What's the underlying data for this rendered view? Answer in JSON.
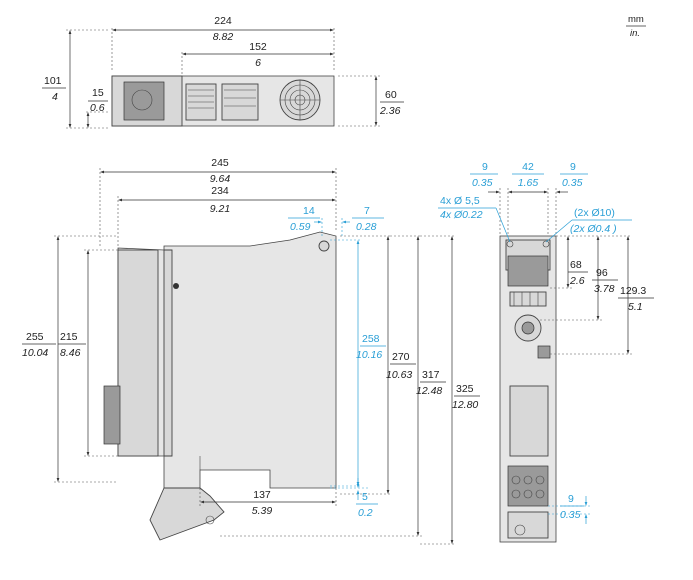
{
  "units": {
    "primary": "mm",
    "secondary": "in."
  },
  "top_view": {
    "overall_width": {
      "mm": "224",
      "in": "8.82"
    },
    "inner_width": {
      "mm": "152",
      "in": "6"
    },
    "height_left": {
      "mm": "101",
      "in": "4"
    },
    "offset": {
      "mm": "15",
      "in": "0.6"
    },
    "depth_right": {
      "mm": "60",
      "in": "2.36"
    }
  },
  "side_view": {
    "overall_depth": {
      "mm": "245",
      "in": "9.64"
    },
    "body_depth": {
      "mm": "234",
      "in": "9.21"
    },
    "tab_offset": {
      "mm": "14",
      "in": "0.59"
    },
    "tab_gap": {
      "mm": "7",
      "in": "0.28"
    },
    "height_255": {
      "mm": "255",
      "in": "10.04"
    },
    "height_215": {
      "mm": "215",
      "in": "8.46"
    },
    "hole_spacing": {
      "mm": "258",
      "in": "10.16"
    },
    "height_270": {
      "mm": "270",
      "in": "10.63"
    },
    "height_317": {
      "mm": "317",
      "in": "12.48"
    },
    "height_325": {
      "mm": "325",
      "in": "12.80"
    },
    "bottom_depth": {
      "mm": "137",
      "in": "5.39"
    },
    "bottom_offset": {
      "mm": "5",
      "in": "0.2"
    }
  },
  "front_view": {
    "left_margin": {
      "mm": "9",
      "in": "0.35"
    },
    "center_width": {
      "mm": "42",
      "in": "1.65"
    },
    "right_margin": {
      "mm": "9",
      "in": "0.35"
    },
    "mount_holes": {
      "mm": "4x Ø 5,5",
      "in": "4x Ø0.22"
    },
    "top_holes": {
      "mm": "(2x Ø10)",
      "in": "(2x Ø0.4 )"
    },
    "dim_68": {
      "mm": "68",
      "in": "2.6"
    },
    "dim_96": {
      "mm": "96",
      "in": "3.78"
    },
    "dim_129": {
      "mm": "129.3",
      "in": "5.1"
    },
    "bottom_margin": {
      "mm": "9",
      "in": "0.35"
    }
  }
}
